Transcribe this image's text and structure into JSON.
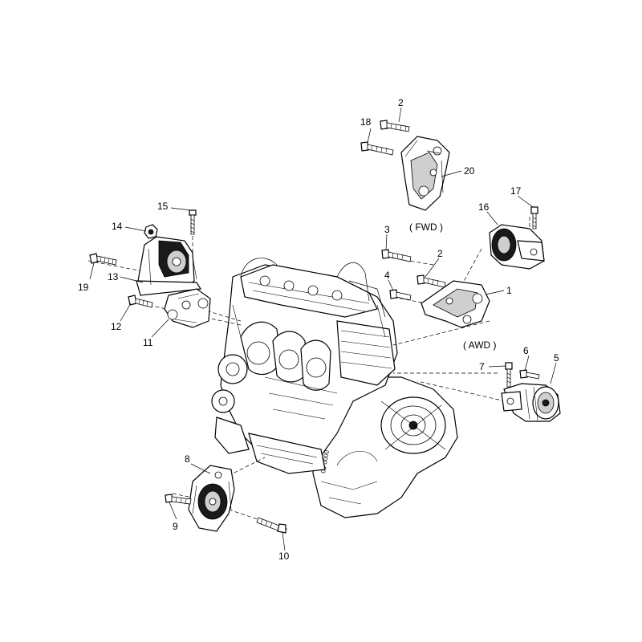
{
  "diagram": {
    "callouts": {
      "c1": "1",
      "c2a": "2",
      "c2b": "2",
      "c3": "3",
      "c4": "4",
      "c5": "5",
      "c6": "6",
      "c7": "7",
      "c8": "8",
      "c9": "9",
      "c10": "10",
      "c11": "11",
      "c12": "12",
      "c13": "13",
      "c14": "14",
      "c15": "15",
      "c16": "16",
      "c17": "17",
      "c18": "18",
      "c19": "19",
      "c20": "20"
    },
    "variants": {
      "fwd": "( FWD )",
      "awd": "( AWD )"
    }
  }
}
